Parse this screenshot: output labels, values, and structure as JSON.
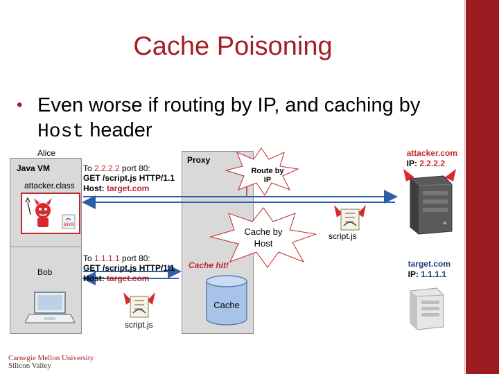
{
  "slide": {
    "title": "Cache Poisoning",
    "bullet_before": "Even worse if routing by IP, and caching by ",
    "bullet_code": "Host",
    "bullet_after": " header"
  },
  "alice": {
    "label": "Alice",
    "vm_label": "Java VM",
    "class_label": "attacker.class",
    "applet_text": "java"
  },
  "request_alice": {
    "prefix": "To ",
    "ip": "2.2.2.2",
    "suffix": " port 80:",
    "get_line": "GET /script.js HTTP/1.1",
    "host_prefix": "Host: ",
    "host_value": "target.com"
  },
  "proxy": {
    "label": "Proxy",
    "route_label": "Route by IP",
    "cache_by_host_label": "Cache by Host",
    "cache_hit_label": "Cache hit!",
    "cache_label": "Cache"
  },
  "bob": {
    "label": "Bob"
  },
  "request_bob": {
    "prefix": "To ",
    "ip": "1.1.1.1",
    "suffix": " port 80:",
    "get_line": "GET /script.js HTTP/1.1",
    "host_prefix": "Host: ",
    "host_value": "target.com"
  },
  "attacker": {
    "name": "attacker.com",
    "ip_prefix": "IP: ",
    "ip": "2.2.2.2"
  },
  "target": {
    "name": "target.com",
    "ip_prefix": "IP: ",
    "ip": "1.1.1.1"
  },
  "script_label_top": "script.js",
  "script_label_bottom": "script.js",
  "logo": {
    "line1": "Carnegie Mellon University",
    "line2": "Silicon Valley"
  },
  "colors": {
    "title": "#a31f24",
    "sidebar": "#9b1b20",
    "accent": "#c0272d",
    "arrow": "#2f5ea8"
  }
}
